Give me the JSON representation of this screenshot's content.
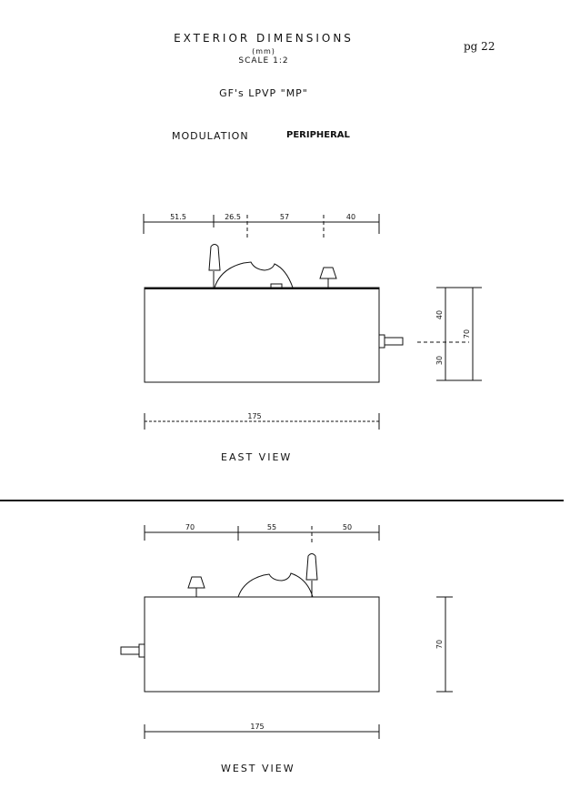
{
  "header": {
    "title": "EXTERIOR DIMENSIONS",
    "units": "(mm)",
    "scale": "SCALE 1:2",
    "page": "pg 22",
    "subtitle": "GF's LPVP \"MP\"",
    "modulation_label": "MODULATION",
    "modulation_value": "PERIPHERAL"
  },
  "east_view": {
    "label": "EAST VIEW",
    "top_dims": [
      "51.5",
      "26.5",
      "57",
      "40"
    ],
    "width": "175",
    "side_dims": [
      "40",
      "30"
    ],
    "height": "70"
  },
  "west_view": {
    "label": "WEST VIEW",
    "top_dims": [
      "70",
      "55",
      "50"
    ],
    "width": "175",
    "height": "70"
  }
}
